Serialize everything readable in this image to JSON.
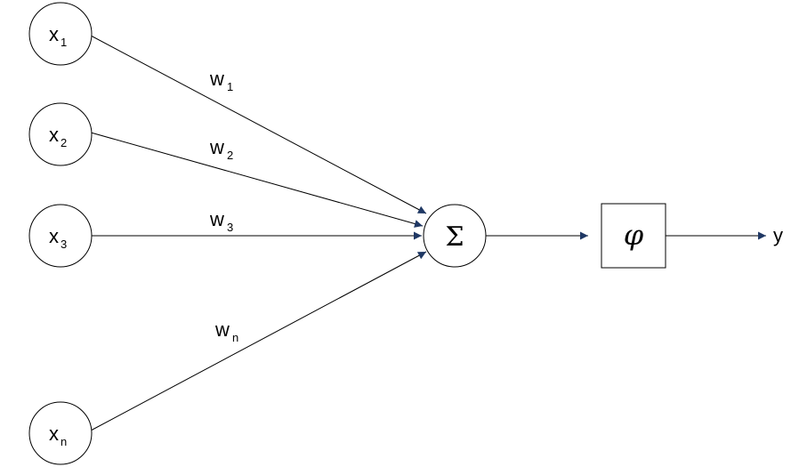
{
  "inputs": [
    {
      "base": "x",
      "sub": "1"
    },
    {
      "base": "x",
      "sub": "2"
    },
    {
      "base": "x",
      "sub": "3"
    },
    {
      "base": "x",
      "sub": "n"
    }
  ],
  "weights": [
    {
      "base": "w",
      "sub": "1"
    },
    {
      "base": "w",
      "sub": "2"
    },
    {
      "base": "w",
      "sub": "3"
    },
    {
      "base": "w",
      "sub": "n"
    }
  ],
  "sum_symbol": "Σ",
  "activation_symbol": "φ",
  "output_label": "y",
  "colors": {
    "line": "#000000",
    "arrowhead": "#1f3864",
    "background": "#ffffff"
  }
}
